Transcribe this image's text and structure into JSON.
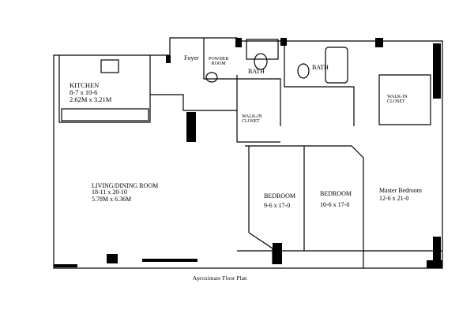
{
  "plan": {
    "caption": "Aproximate Floor Plan",
    "rooms": {
      "kitchen": {
        "name": "KITCHEN",
        "dims_ft": "8-7 x 10-6",
        "dims_m": "2.62M x 3.21M"
      },
      "foyer": {
        "name": "Foyer"
      },
      "powder_room": {
        "name_line1": "POWDER",
        "name_line2": "ROOM"
      },
      "bath_1": {
        "name": "BATH"
      },
      "bath_2": {
        "name": "BATH"
      },
      "walkin_closet_1": {
        "name_line1": "WALK-IN",
        "name_line2": "CLOSET"
      },
      "walkin_closet_2": {
        "name_line1": "WALK-IN",
        "name_line2": "CLOSET"
      },
      "living_dining": {
        "name": "LIVING/DINING ROOM",
        "dims_ft": "18-11 x 20-10",
        "dims_m": "5.78M x 6.36M"
      },
      "bedroom_1": {
        "name": "BEDROOM",
        "dims_ft": "9-6 x 17-0"
      },
      "bedroom_2": {
        "name": "BEDROOM",
        "dims_ft": "10-6 x 17-0"
      },
      "master_bedroom": {
        "name": "Master Bedroom",
        "dims_ft": "12-6 x 21-0"
      }
    }
  }
}
